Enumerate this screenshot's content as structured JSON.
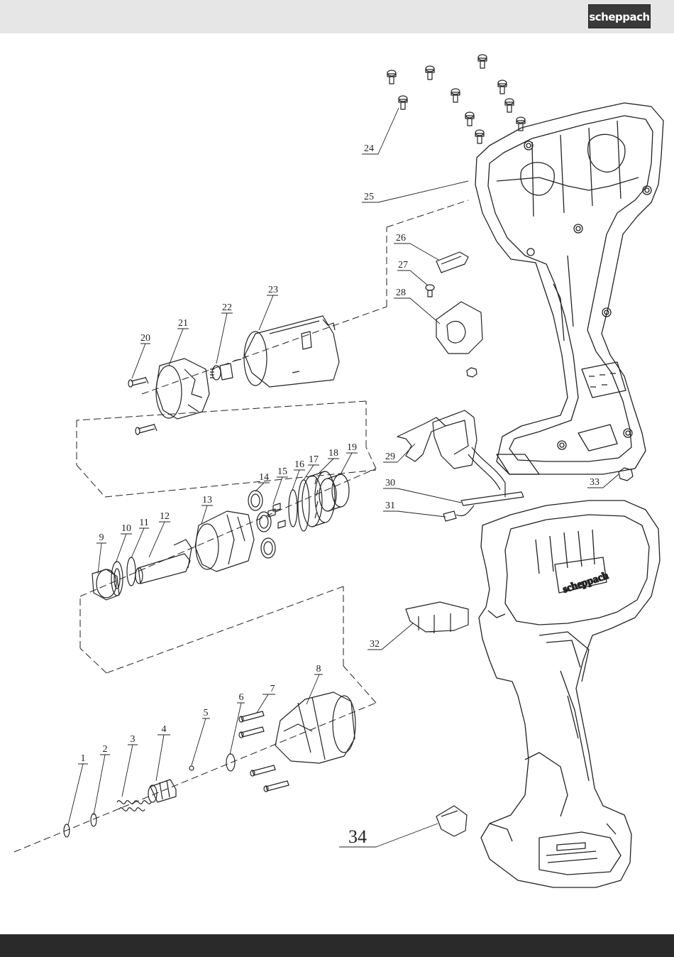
{
  "header": {
    "logo_text": "scheppach"
  },
  "diagram": {
    "part_numbers": [
      "1",
      "2",
      "3",
      "4",
      "5",
      "6",
      "7",
      "8",
      "9",
      "10",
      "11",
      "12",
      "13",
      "14",
      "15",
      "16",
      "17",
      "18",
      "19",
      "20",
      "21",
      "22",
      "23",
      "24",
      "25",
      "26",
      "27",
      "28",
      "29",
      "30",
      "31",
      "32",
      "33",
      "34"
    ]
  },
  "colors": {
    "header_bg": "#e6e6e6",
    "footer_bg": "#2a2a2a",
    "logo_bg": "#3a3a3a",
    "line": "#222222"
  }
}
